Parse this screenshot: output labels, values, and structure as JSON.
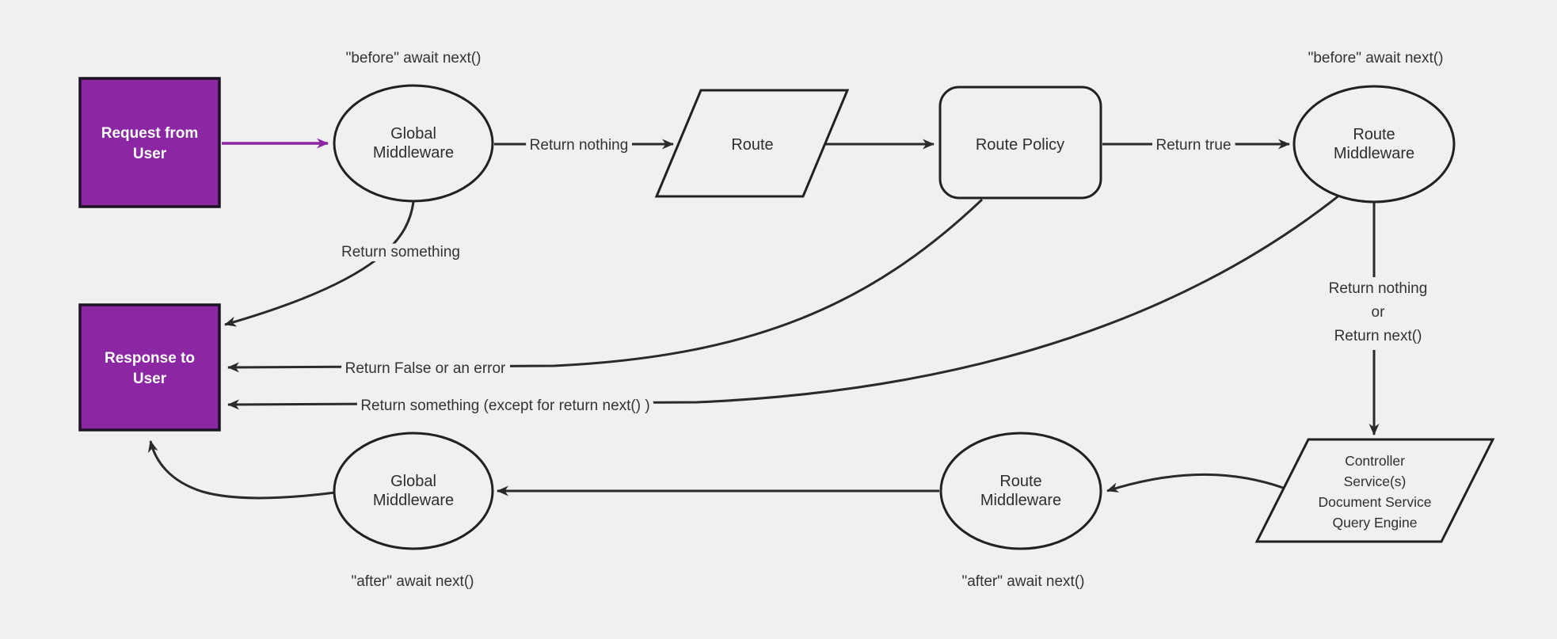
{
  "diagram": {
    "background_color": "#f0f0f0",
    "accent_purple": "#8B27A3",
    "line_color": "#2a2a2a",
    "nodes": {
      "request": {
        "line1": "Request from",
        "line2": "User"
      },
      "global_middleware_top": {
        "line1": "Global",
        "line2": "Middleware"
      },
      "route": {
        "label": "Route"
      },
      "route_policy": {
        "label": "Route Policy"
      },
      "route_middleware_top": {
        "line1": "Route",
        "line2": "Middleware"
      },
      "response": {
        "line1": "Response to",
        "line2": "User"
      },
      "global_middleware_bottom": {
        "line1": "Global",
        "line2": "Middleware"
      },
      "route_middleware_bottom": {
        "line1": "Route",
        "line2": "Middleware"
      },
      "controller": {
        "line1": "Controller",
        "line2": "Service(s)",
        "line3": "Document Service",
        "line4": "Query Engine"
      }
    },
    "edge_labels": {
      "before_await_top_left": "\"before\" await next()",
      "before_await_top_right": "\"before\" await next()",
      "return_nothing": "Return nothing",
      "return_true": "Return true",
      "return_something": "Return something",
      "return_false_or_error": "Return False or an error",
      "return_something_except": "Return something (except for return next() )",
      "return_nothing_or_line1": "Return nothing",
      "return_nothing_or_line2": "or",
      "return_nothing_or_line3": "Return next()",
      "after_await_bottom_left": "\"after\" await next()",
      "after_await_bottom_mid": "\"after\" await next()"
    }
  }
}
